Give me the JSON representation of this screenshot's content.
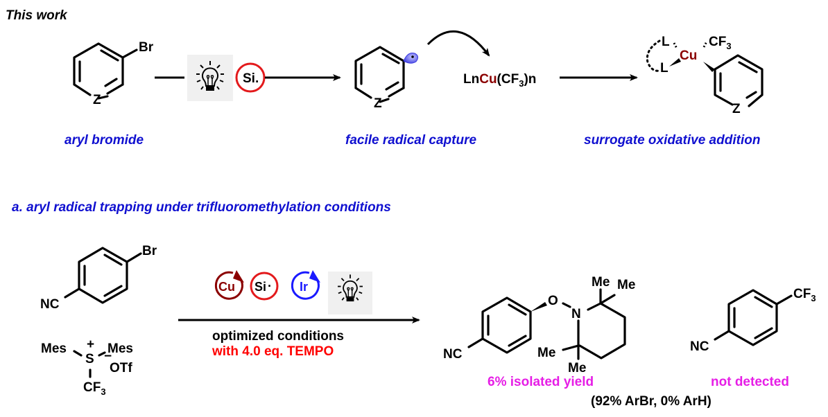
{
  "header": {
    "title": "This work"
  },
  "top_scheme": {
    "substrate": {
      "substituent": "Br",
      "ring_atom": "Z",
      "caption": "aryl bromide"
    },
    "reagents": {
      "light_icon": "lightbulb-icon",
      "silyl_radical": "Si",
      "silyl_radical_dot": "."
    },
    "intermediate": {
      "ring_atom": "Z",
      "radical_orbital_icon": "radical-orbital-icon",
      "caption": "facile radical capture"
    },
    "copper_reagent": {
      "prefix": "Ln",
      "metal": "Cu",
      "suffix_open": "(CF",
      "subscript": "3",
      "suffix_close": ")n"
    },
    "product": {
      "ligand_top": "L",
      "ligand_bottom": "L",
      "metal": "Cu",
      "cf3": "CF",
      "cf3_sub": "3",
      "ring_atom": "Z",
      "caption": "surrogate oxidative addition"
    }
  },
  "section_a": {
    "heading": "a. aryl radical trapping under trifluoromethylation conditions",
    "substrate": {
      "substituent": "Br",
      "para_group": "NC"
    },
    "reagent": {
      "mes_left": "Mes",
      "mes_right": "Mes",
      "plus": "+",
      "center": "S",
      "minus": "−",
      "counterion": "OTf",
      "cf3": "CF",
      "cf3_sub": "3"
    },
    "catalysts": [
      {
        "label": "Cu",
        "color": "#8b0000"
      },
      {
        "label": "Si",
        "dot": "·",
        "color": "#e31a1c"
      },
      {
        "label": "Ir",
        "color": "#1a1aff"
      }
    ],
    "conditions_line1": "optimized conditions",
    "conditions_line2": "with 4.0 eq. TEMPO",
    "product_tempo": {
      "nc": "NC",
      "o": "O",
      "n": "N",
      "me1": "Me",
      "me2": "Me",
      "me3": "Me",
      "me4": "Me",
      "yield": "6% isolated yield"
    },
    "product_cf3": {
      "nc": "NC",
      "cf3": "CF",
      "cf3_sub": "3",
      "result": "not detected"
    },
    "footnote": "(92% ArBr, 0% ArH)"
  },
  "colors": {
    "caption_blue": "#1010d0",
    "copper_red": "#8b0000",
    "silicon_red": "#e31a1c",
    "iridium_blue": "#1a1aff",
    "tempo_red": "#ff0000",
    "yield_magenta": "#e61ee6",
    "orbital_blue": "#5b5bea",
    "light_bg": "#f0f0f0"
  }
}
